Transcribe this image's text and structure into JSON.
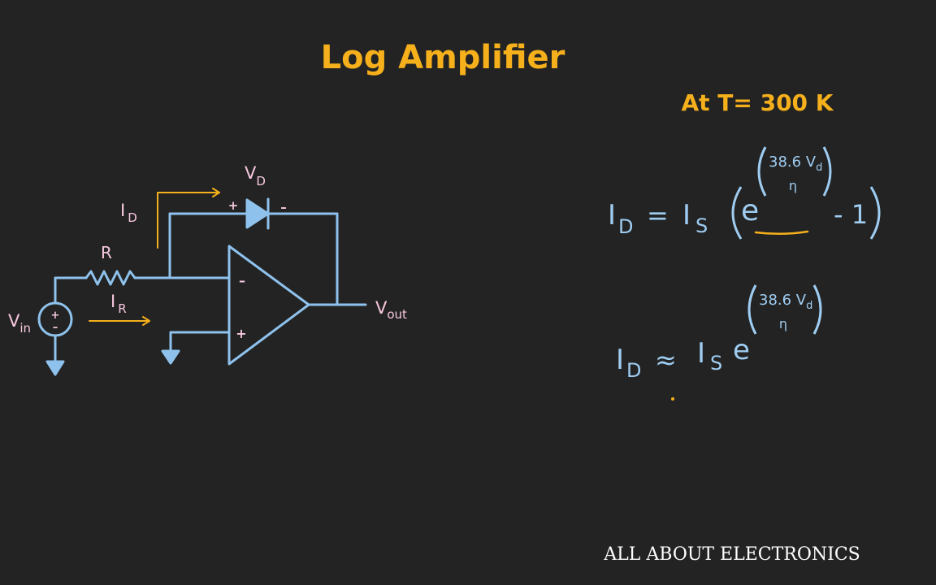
{
  "title": "Log Amplifier",
  "condition": "At T= 300 K",
  "watermark": "ALL ABOUT ELECTRONICS",
  "colors": {
    "background": "#232323",
    "title": "#f5b01b",
    "wire": "#8ec2ec",
    "current_arrow": "#f5b01b",
    "label_pink": "#f6c8df",
    "equation": "#9fcdf2",
    "watermark": "#ffffff"
  },
  "circuit": {
    "vd": {
      "main": "V",
      "sub": "D"
    },
    "id": {
      "main": "I",
      "sub": "D"
    },
    "ir": {
      "main": "I",
      "sub": "R"
    },
    "r": "R",
    "vin": {
      "main": "V",
      "sub": "in"
    },
    "vout": {
      "main": "V",
      "sub": "out"
    },
    "diode_plus": "+",
    "diode_minus": "–",
    "opamp_minus": "–",
    "opamp_plus": "+",
    "source_plus": "+",
    "source_minus": "–"
  },
  "eq1": {
    "lhs_main": "I",
    "lhs_sub": "D",
    "equals": "=",
    "is_main": "I",
    "is_sub": "S",
    "e": "e",
    "exp_num_a": "38.6 V",
    "exp_num_sub": "d",
    "exp_den": "η",
    "minus_one": "- 1"
  },
  "eq2": {
    "lhs_main": "I",
    "lhs_sub": "D",
    "approx": "≈",
    "is_main": "I",
    "is_sub": "S",
    "e": "e",
    "exp_num_a": "38.6 V",
    "exp_num_sub": "d",
    "exp_den": "η"
  }
}
